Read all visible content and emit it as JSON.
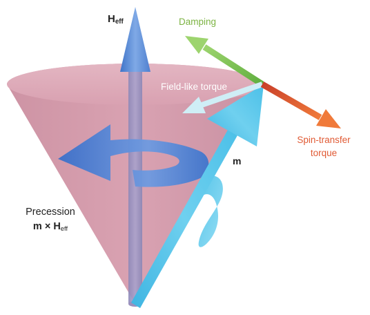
{
  "labels": {
    "heff_main": "H",
    "heff_sub": "eff",
    "damping": "Damping",
    "field_like": "Field-like torque",
    "spin_transfer_line1": "Spin-transfer",
    "spin_transfer_line2": "torque",
    "m": "m",
    "precession": "Precession",
    "precession_formula_prefix": "m × H",
    "precession_formula_sub": "eff"
  },
  "colors": {
    "cone": "#c98a9c",
    "heff_arrow": "#5b8fd6",
    "m_arrow": "#5cc6e8",
    "precession_arrow": "#4a7fd4",
    "damping": "#7cc258",
    "field_like": "#cfeef6",
    "spin_transfer": "#e0552f"
  }
}
